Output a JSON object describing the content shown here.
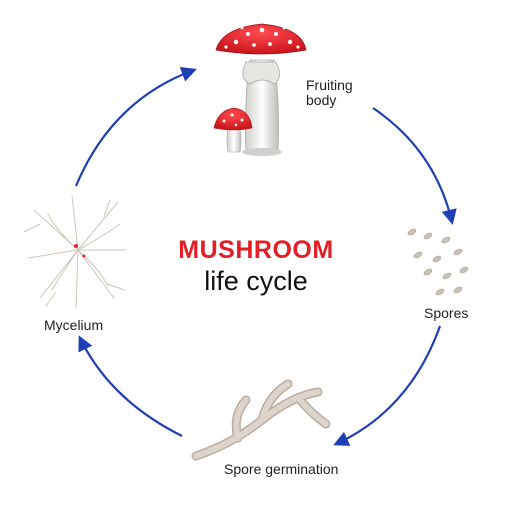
{
  "title": {
    "main": "MUSHROOM",
    "sub": "life cycle"
  },
  "stages": {
    "fruiting_body": {
      "line1": "Fruiting",
      "line2": "body"
    },
    "spores": "Spores",
    "spore_germination": "Spore germination",
    "mycelium": "Mycelium"
  },
  "colors": {
    "title_accent": "#e31e24",
    "arrow": "#1f3fb5",
    "cap_red": "#e8252b",
    "stem": "#f2f2f0",
    "spore": "#c9c2b8",
    "hypha": "#d8cfc3"
  }
}
